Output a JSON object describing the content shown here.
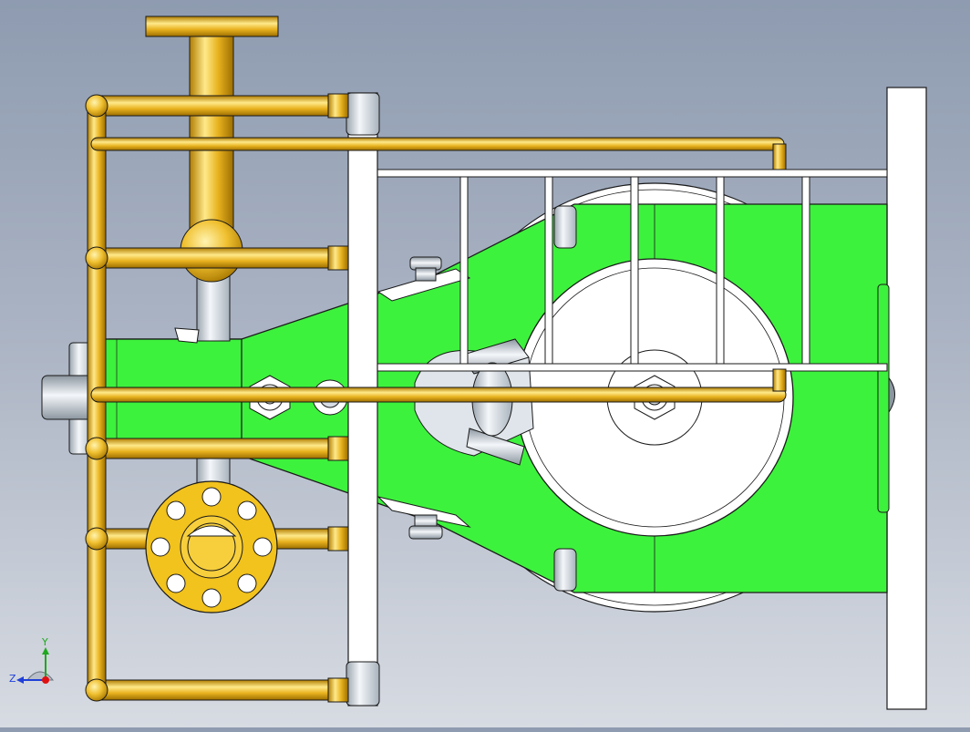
{
  "viewport": {
    "background_top": "#8e9bb0",
    "background_bottom": "#d7dbe2",
    "view_orientation": "front"
  },
  "colors": {
    "brass": "#e8b21f",
    "brass_light": "#ffe98a",
    "brass_dark": "#a87800",
    "green_body": "#3df23d",
    "steel": "#e8edf2",
    "steel_dark": "#8c96a0",
    "outline": "#1a1a1a"
  },
  "triad": {
    "x_label": "",
    "y_label": "Y",
    "z_label": "Z",
    "y_color": "#1fa81f",
    "z_color": "#1f3fd8",
    "x_color": "#e01010"
  }
}
